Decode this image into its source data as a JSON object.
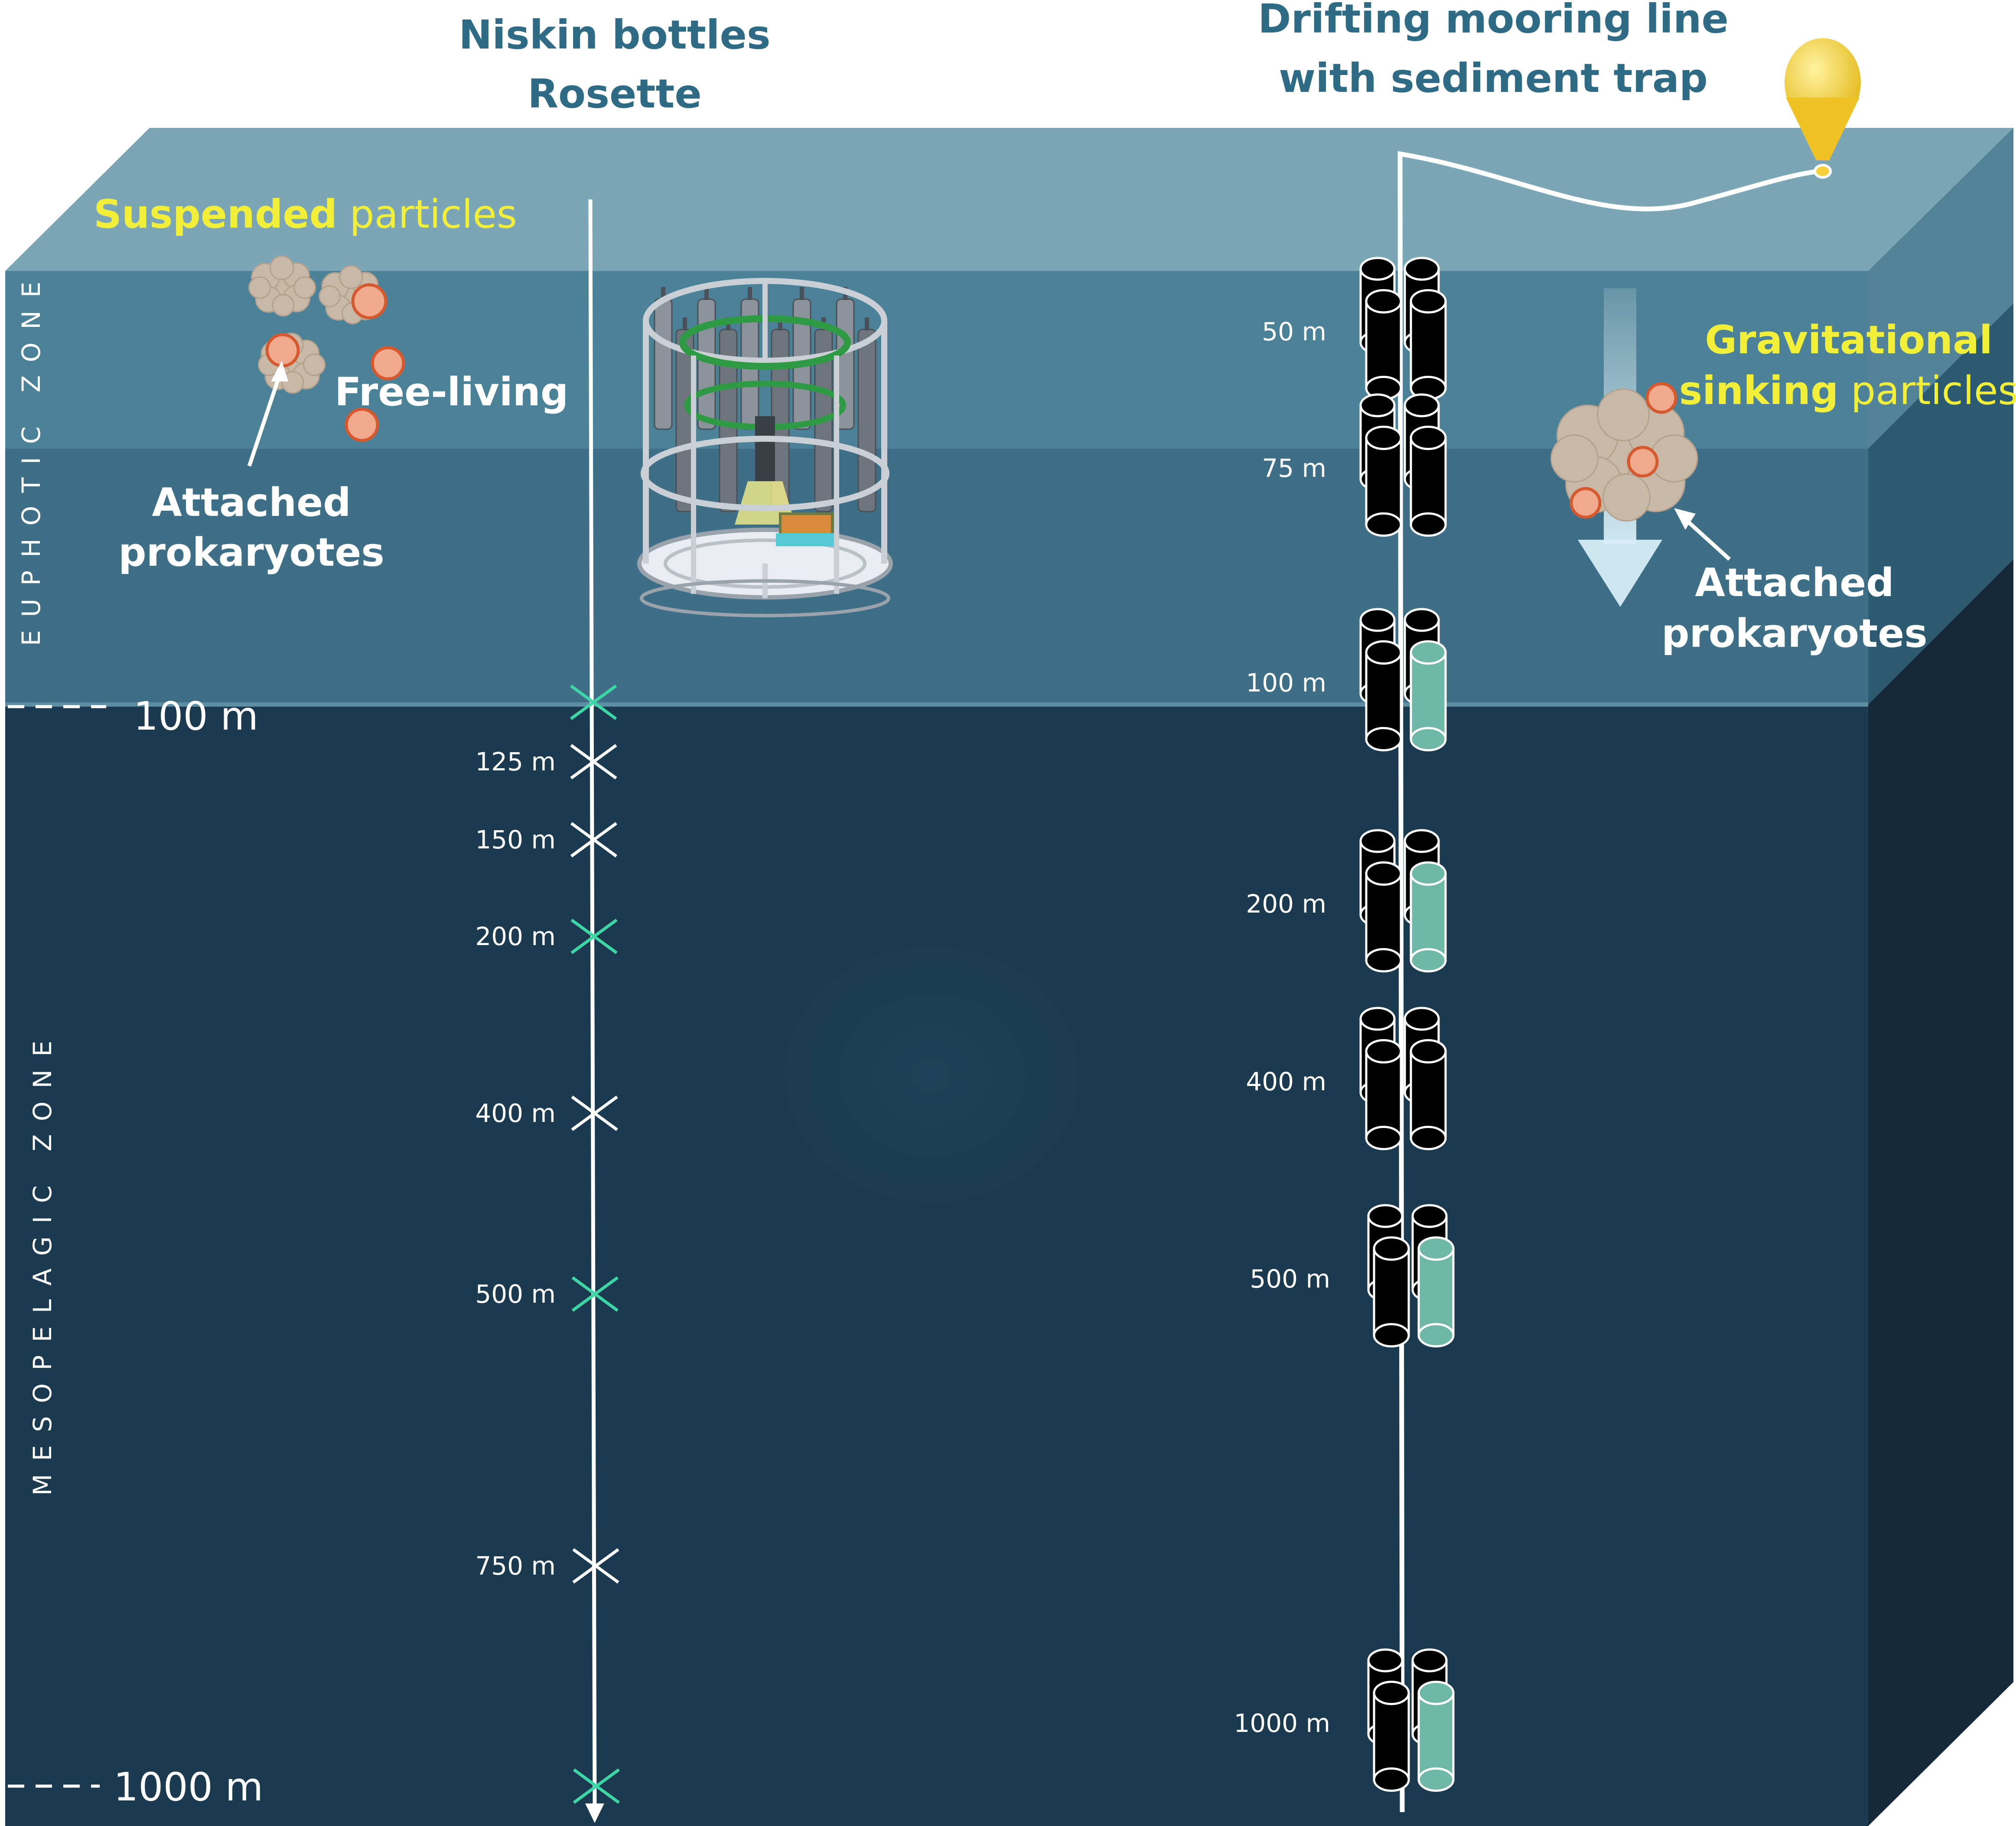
{
  "titles": {
    "rosette_line1": "Niskin bottles",
    "rosette_line2": "Rosette",
    "mooring_line1": "Drifting mooring line",
    "mooring_line2": "with sediment trap"
  },
  "zones": {
    "euphotic": "EUPHOTIC ZONE",
    "mesopelagic": "MESOPELAGIC ZONE"
  },
  "boundaries": {
    "top": "100 m",
    "bottom": "1000 m"
  },
  "labels": {
    "suspended_bold": "Suspended",
    "suspended_rest": " particles",
    "free_living": "Free-living",
    "attached_left_1": "Attached",
    "attached_left_2": "prokaryotes",
    "gravitational_1": "Gravitational",
    "gravitational_2_bold": "sinking",
    "gravitational_2_rest": " particles",
    "attached_right_1": "Attached",
    "attached_right_2": "prokaryotes"
  },
  "rosette_depths": [
    {
      "label": "",
      "depth": 100,
      "color": "#3fd6a6"
    },
    {
      "label": "125 m",
      "depth": 125,
      "color": "#ffffff"
    },
    {
      "label": "150 m",
      "depth": 150,
      "color": "#ffffff"
    },
    {
      "label": "200 m",
      "depth": 200,
      "color": "#3fd6a6"
    },
    {
      "label": "400 m",
      "depth": 400,
      "color": "#ffffff"
    },
    {
      "label": "500 m",
      "depth": 500,
      "color": "#3fd6a6"
    },
    {
      "label": "750 m",
      "depth": 750,
      "color": "#ffffff"
    },
    {
      "label": "",
      "depth": 1000,
      "color": "#3fd6a6"
    }
  ],
  "trap_depths": [
    {
      "label": "50 m",
      "depth": 50,
      "teal": false
    },
    {
      "label": "75 m",
      "depth": 75,
      "teal": false
    },
    {
      "label": "100 m",
      "depth": 100,
      "teal": true
    },
    {
      "label": "200 m",
      "depth": 200,
      "teal": true
    },
    {
      "label": "400 m",
      "depth": 400,
      "teal": false
    },
    {
      "label": "500 m",
      "depth": 500,
      "teal": true
    },
    {
      "label": "1000 m",
      "depth": 1000,
      "teal": true
    }
  ],
  "colors": {
    "surface_top": "#7ba6b6",
    "euphotic_upper": "#4b8298",
    "euphotic_lower": "#3e6f87",
    "mesopelagic": "#1b3a50",
    "side_face": "#15293a",
    "particle": "#c9b8a6",
    "prokaryote": "#f0a98c",
    "buoy": "#f4d13a",
    "trap_teal": "#6fb8a8",
    "title": "#2f6b84",
    "highlight": "#f2ef3a"
  }
}
